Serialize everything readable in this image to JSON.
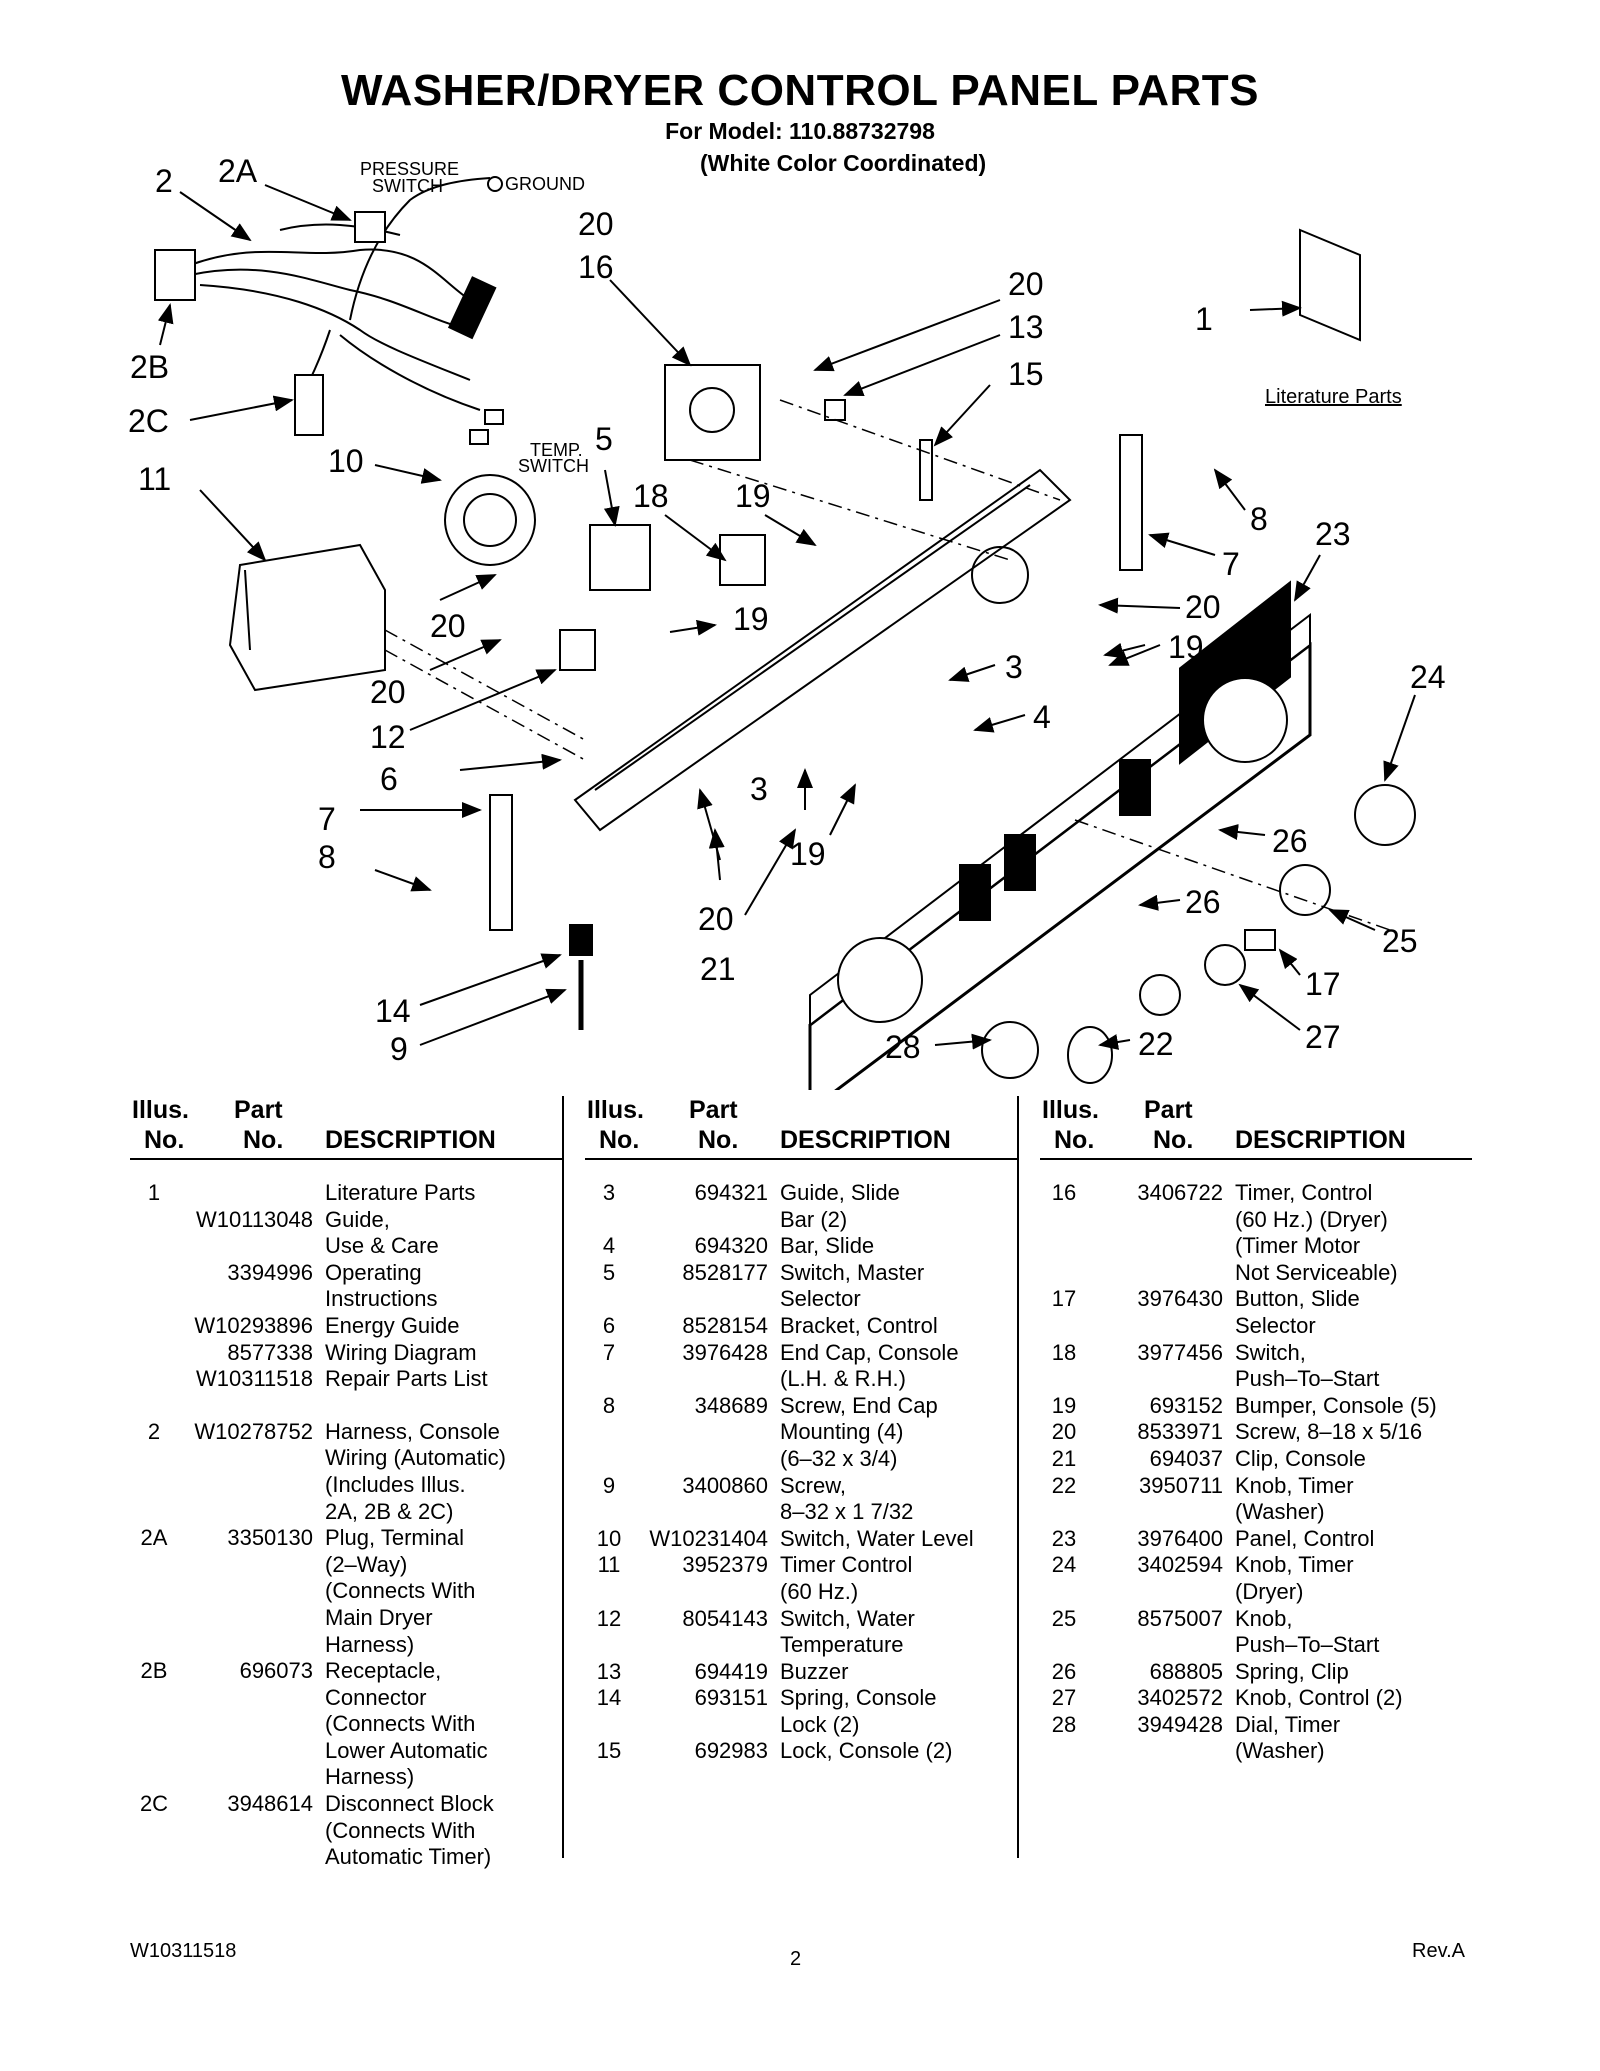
{
  "header": {
    "title": "WASHER/DRYER CONTROL PANEL PARTS",
    "model": "For Model: 110.88732798",
    "color": "(White Color Coordinated)"
  },
  "diagram": {
    "labels": {
      "pressure_switch": [
        "PRESSURE",
        "SWITCH"
      ],
      "ground": "GROUND",
      "temp_switch": [
        "TEMP.",
        "SWITCH"
      ],
      "literature": "Literature Parts"
    },
    "callouts": [
      "2",
      "2A",
      "2B",
      "2C",
      "11",
      "10",
      "5",
      "18",
      "19",
      "16",
      "20",
      "13",
      "15",
      "1",
      "8",
      "7",
      "23",
      "20",
      "19",
      "24",
      "3",
      "4",
      "26",
      "26",
      "25",
      "17",
      "27",
      "22",
      "28",
      "21",
      "20",
      "19",
      "3",
      "6",
      "7",
      "8",
      "12",
      "20",
      "20",
      "14",
      "9",
      "20",
      "19",
      "20"
    ]
  },
  "table": {
    "headers": {
      "illus1": "Illus.",
      "illus2": "No.",
      "part1": "Part",
      "part2": "No.",
      "desc": "DESCRIPTION"
    },
    "columns": [
      [
        {
          "illus": "1",
          "part": "",
          "desc": [
            "Literature Parts"
          ]
        },
        {
          "illus": "",
          "part": "W10113048",
          "desc": [
            "Guide,",
            "Use & Care"
          ]
        },
        {
          "illus": "",
          "part": "3394996",
          "desc": [
            "Operating",
            "Instructions"
          ]
        },
        {
          "illus": "",
          "part": "W10293896",
          "desc": [
            "Energy Guide"
          ]
        },
        {
          "illus": "",
          "part": "8577338",
          "desc": [
            "Wiring Diagram"
          ]
        },
        {
          "illus": "",
          "part": "W10311518",
          "desc": [
            "Repair Parts List"
          ]
        },
        {
          "illus": "2",
          "part": "W10278752",
          "desc": [
            "Harness, Console",
            "Wiring (Automatic)",
            "(Includes Illus.",
            "2A, 2B & 2C)"
          ],
          "gap": true
        },
        {
          "illus": "2A",
          "part": "3350130",
          "desc": [
            "Plug, Terminal",
            "(2–Way)",
            "(Connects With",
            "Main Dryer",
            "Harness)"
          ]
        },
        {
          "illus": "2B",
          "part": "696073",
          "desc": [
            "Receptacle,",
            "Connector",
            "(Connects With",
            "Lower Automatic",
            "Harness)"
          ]
        },
        {
          "illus": "2C",
          "part": "3948614",
          "desc": [
            "Disconnect Block",
            "(Connects With",
            "Automatic Timer)"
          ]
        }
      ],
      [
        {
          "illus": "3",
          "part": "694321",
          "desc": [
            "Guide, Slide",
            "Bar (2)"
          ]
        },
        {
          "illus": "4",
          "part": "694320",
          "desc": [
            "Bar, Slide"
          ]
        },
        {
          "illus": "5",
          "part": "8528177",
          "desc": [
            "Switch, Master",
            "Selector"
          ]
        },
        {
          "illus": "6",
          "part": "8528154",
          "desc": [
            "Bracket, Control"
          ]
        },
        {
          "illus": "7",
          "part": "3976428",
          "desc": [
            "End Cap, Console",
            "(L.H. & R.H.)"
          ]
        },
        {
          "illus": "8",
          "part": "348689",
          "desc": [
            "Screw, End Cap",
            "Mounting (4)",
            "(6–32 x 3/4)"
          ]
        },
        {
          "illus": "9",
          "part": "3400860",
          "desc": [
            "Screw,",
            "8–32 x 1 7/32"
          ]
        },
        {
          "illus": "10",
          "part": "W10231404",
          "desc": [
            "Switch, Water Level"
          ]
        },
        {
          "illus": "11",
          "part": "3952379",
          "desc": [
            "Timer Control",
            "(60 Hz.)"
          ]
        },
        {
          "illus": "12",
          "part": "8054143",
          "desc": [
            "Switch, Water",
            "Temperature"
          ]
        },
        {
          "illus": "13",
          "part": "694419",
          "desc": [
            "Buzzer"
          ]
        },
        {
          "illus": "14",
          "part": "693151",
          "desc": [
            "Spring, Console",
            "Lock (2)"
          ]
        },
        {
          "illus": "15",
          "part": "692983",
          "desc": [
            "Lock, Console (2)"
          ]
        }
      ],
      [
        {
          "illus": "16",
          "part": "3406722",
          "desc": [
            "Timer, Control",
            "(60 Hz.) (Dryer)",
            "(Timer Motor",
            "Not Serviceable)"
          ]
        },
        {
          "illus": "17",
          "part": "3976430",
          "desc": [
            "Button, Slide",
            "Selector"
          ]
        },
        {
          "illus": "18",
          "part": "3977456",
          "desc": [
            "Switch,",
            "Push–To–Start"
          ]
        },
        {
          "illus": "19",
          "part": "693152",
          "desc": [
            "Bumper, Console (5)"
          ]
        },
        {
          "illus": "20",
          "part": "8533971",
          "desc": [
            "Screw, 8–18 x 5/16"
          ]
        },
        {
          "illus": "21",
          "part": "694037",
          "desc": [
            "Clip, Console"
          ]
        },
        {
          "illus": "22",
          "part": "3950711",
          "desc": [
            "Knob, Timer",
            "(Washer)"
          ]
        },
        {
          "illus": "23",
          "part": "3976400",
          "desc": [
            "Panel, Control"
          ]
        },
        {
          "illus": "24",
          "part": "3402594",
          "desc": [
            "Knob, Timer",
            "(Dryer)"
          ]
        },
        {
          "illus": "25",
          "part": "8575007",
          "desc": [
            "Knob,",
            "Push–To–Start"
          ]
        },
        {
          "illus": "26",
          "part": "688805",
          "desc": [
            "Spring, Clip"
          ]
        },
        {
          "illus": "27",
          "part": "3402572",
          "desc": [
            "Knob, Control (2)"
          ]
        },
        {
          "illus": "28",
          "part": "3949428",
          "desc": [
            "Dial, Timer",
            "(Washer)"
          ]
        }
      ]
    ]
  },
  "footer": {
    "doc": "W10311518",
    "page": "2",
    "rev": "Rev.A"
  }
}
